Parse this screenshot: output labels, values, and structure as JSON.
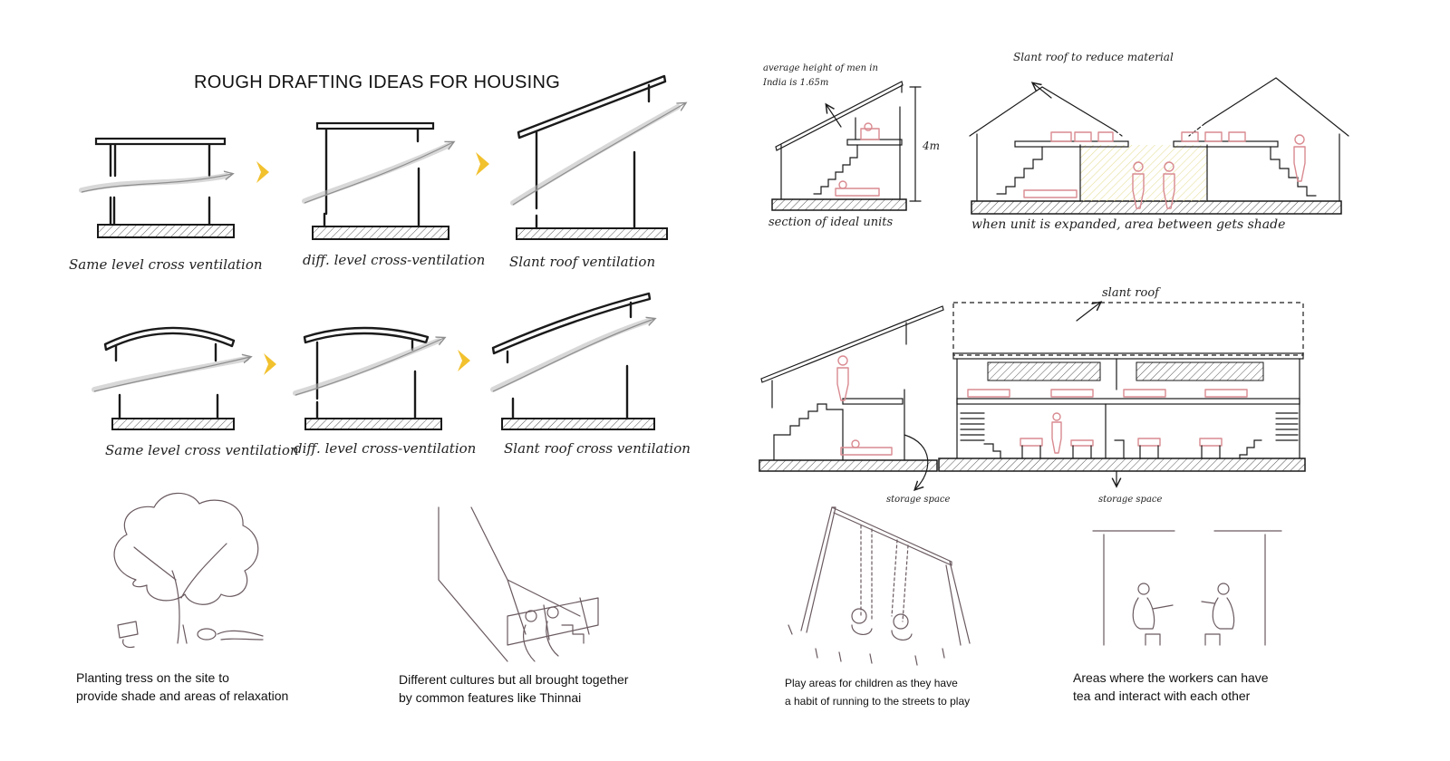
{
  "title": "ROUGH DRAFTING IDEAS FOR HOUSING",
  "diagrams_row1": [
    {
      "label": "Same level cross ventilation"
    },
    {
      "label": "diff. level cross-ventilation"
    },
    {
      "label": "Slant roof ventilation"
    }
  ],
  "diagrams_row2": [
    {
      "label": "Same level cross ventilation"
    },
    {
      "label": "diff. level cross-ventilation"
    },
    {
      "label": "Slant roof cross ventilation"
    }
  ],
  "section_top_left": {
    "note_line1": "average height of men in",
    "note_line2": "India is 1.65m",
    "height_label": "4m",
    "label": "section of ideal units"
  },
  "section_top_right": {
    "note": "Slant roof to reduce material",
    "label": "when unit is expanded, area between gets shade"
  },
  "section_middle": {
    "note": "slant roof",
    "storage_left": "storage space",
    "storage_right": "storage space"
  },
  "captions": [
    {
      "line1": "Planting tress on the site to",
      "line2": "provide shade and areas of relaxation"
    },
    {
      "line1": "Different cultures but all brought together",
      "line2": "by common features like Thinnai"
    },
    {
      "line1": "Play areas for children as they have",
      "line2": "a habit of running to the streets to play"
    },
    {
      "line1": "Areas where the workers can have",
      "line2": "tea and interact with each other"
    }
  ],
  "colors": {
    "arrow": "#f2c12e",
    "ink": "#1a1a1a",
    "pencil": "#6a5a60",
    "figure": "#d98a90",
    "shade": "#f3f0c8"
  }
}
